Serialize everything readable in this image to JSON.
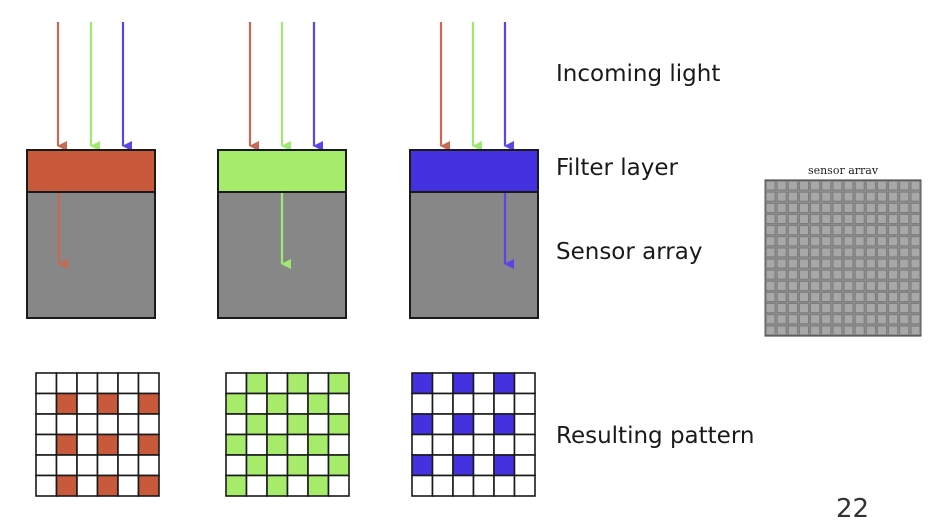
{
  "labels": {
    "incoming_light": "Incoming light",
    "filter_layer": "Filter layer",
    "sensor_array": "Sensor array",
    "resulting_pattern": "Resulting pattern",
    "sensor_array_small": "sensor arrav"
  },
  "page_number": "22",
  "colors": {
    "red_filter": "#c8593a",
    "green_filter": "#a6ec6a",
    "blue_filter": "#4432e0",
    "red_arrow": "#c66a55",
    "green_arrow": "#9fe872",
    "blue_arrow": "#5a46e6",
    "sensor_gray": "#878787",
    "outline": "#1a1a1a"
  },
  "filters": [
    {
      "name": "red",
      "pattern_rows": [
        1,
        3,
        5
      ],
      "pattern_cols": [
        1,
        3,
        5
      ]
    },
    {
      "name": "green",
      "pattern_rows": "checker",
      "pattern_cols": "checker"
    },
    {
      "name": "blue",
      "pattern_rows": [
        0,
        2,
        4
      ],
      "pattern_cols": [
        0,
        2,
        4
      ]
    }
  ],
  "pattern_size": 6,
  "sensor_array_size": 14
}
